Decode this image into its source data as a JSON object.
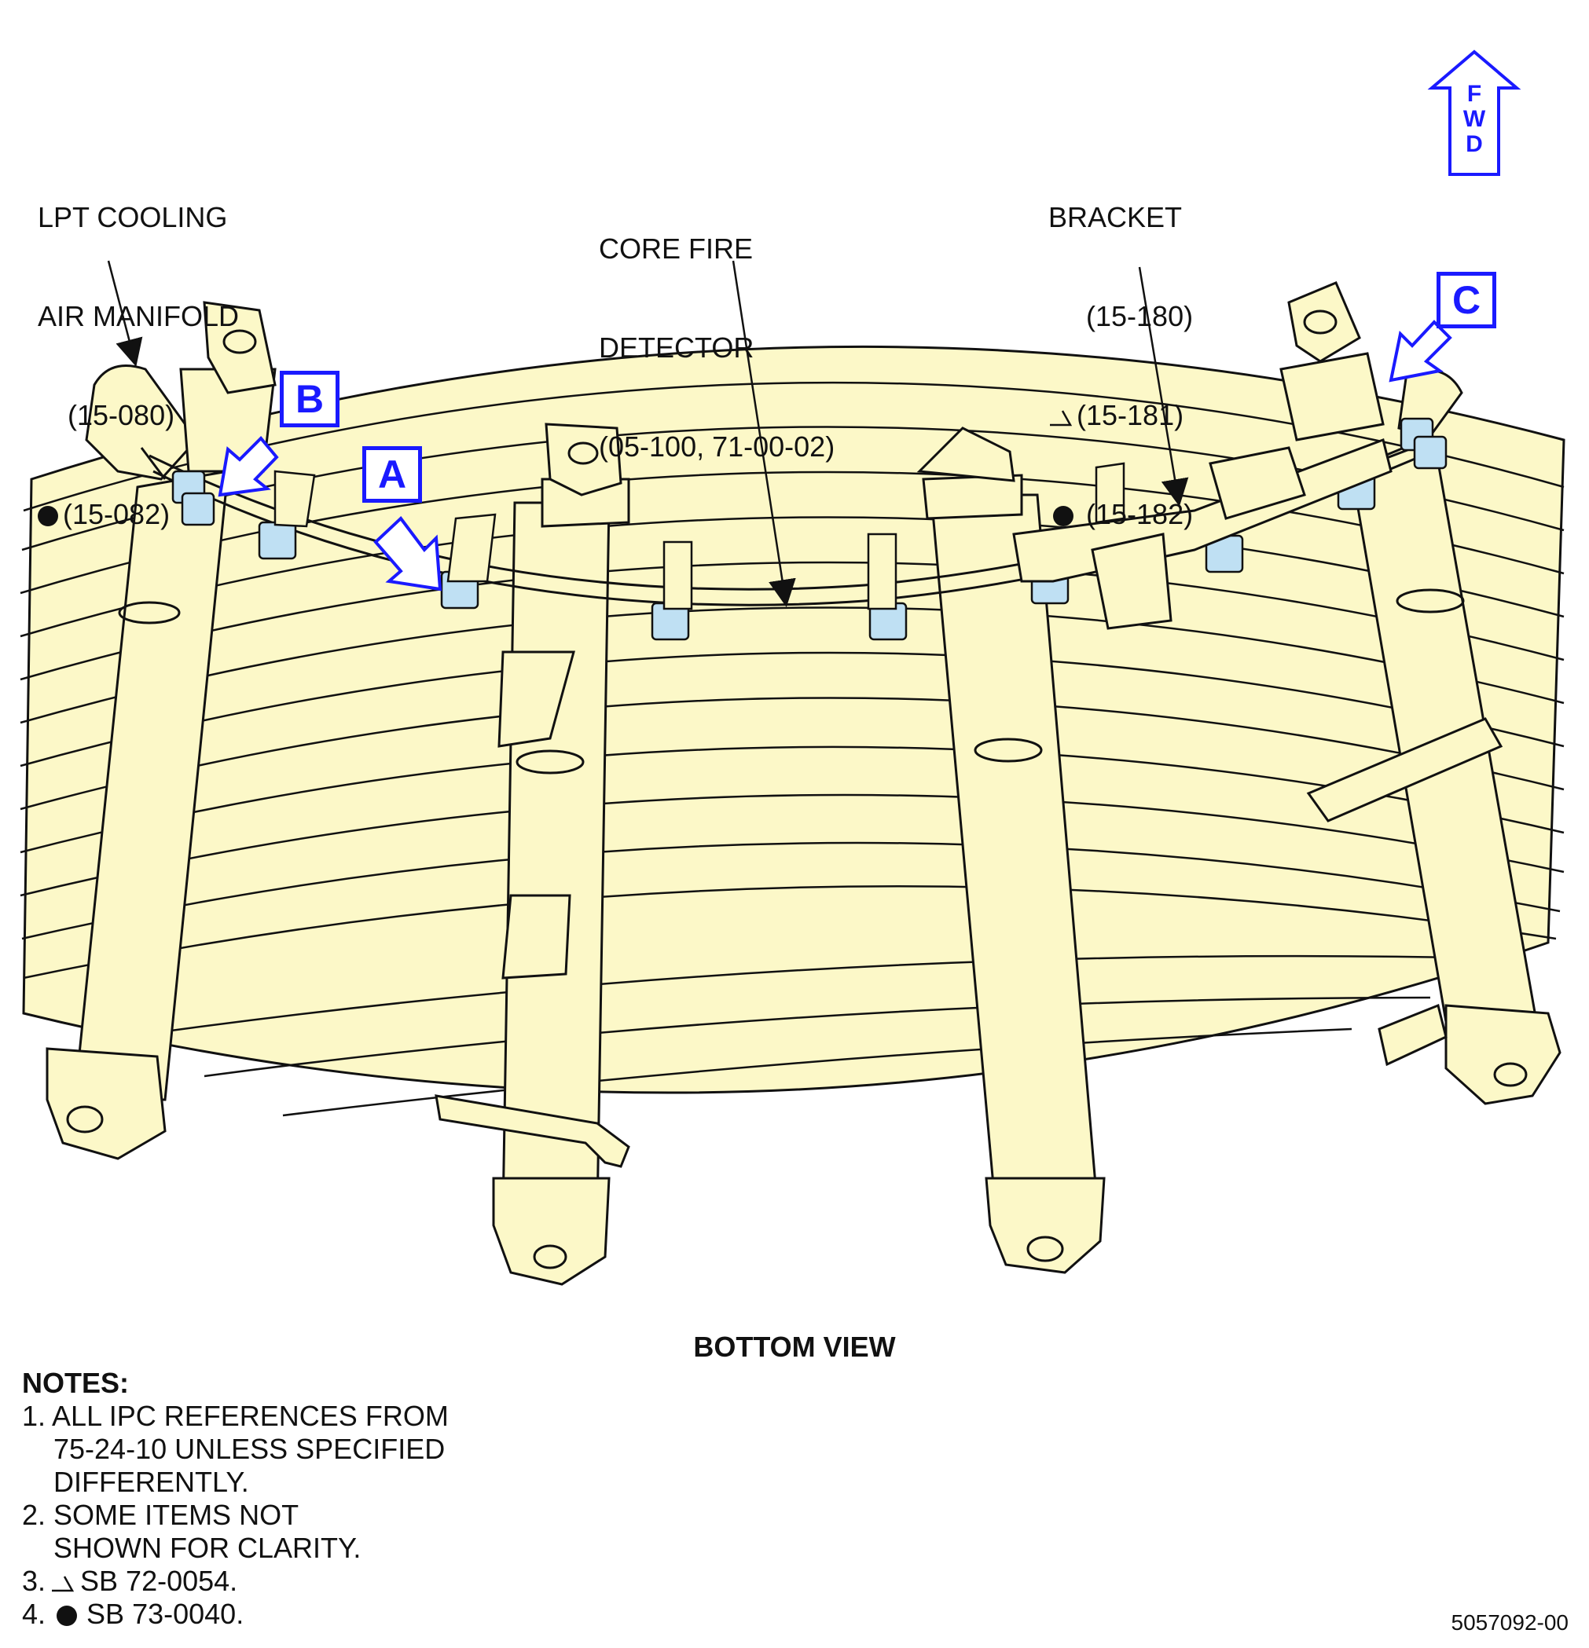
{
  "fwd_arrow": {
    "letters": [
      "F",
      "W",
      "D"
    ],
    "color": "#1a1aff"
  },
  "labels": {
    "lpt_manifold": {
      "lines": [
        "LPT COOLING",
        "AIR MANIFOLD",
        "(15-080)",
        "(15-082)"
      ]
    },
    "core_fire_detector": {
      "lines": [
        "CORE FIRE",
        "DETECTOR",
        "(05-100, 71-00-02)"
      ]
    },
    "bracket": {
      "lines": [
        "BRACKET",
        "(15-180)",
        "(15-181)",
        "(15-182)"
      ]
    }
  },
  "callouts": {
    "a": "A",
    "b": "B",
    "c": "C",
    "color": "#1a1aff"
  },
  "view_title": "BOTTOM VIEW",
  "notes": {
    "heading": "NOTES:",
    "items": [
      {
        "num": "1.",
        "lines": [
          "ALL IPC REFERENCES FROM",
          "75-24-10 UNLESS SPECIFIED",
          "DIFFERENTLY."
        ]
      },
      {
        "num": "2.",
        "lines": [
          "SOME ITEMS NOT",
          "SHOWN FOR CLARITY."
        ]
      },
      {
        "num": "3.",
        "text": "SB 72-0054."
      },
      {
        "num": "4.",
        "text": "SB 73-0040."
      }
    ]
  },
  "doc_id": "5057092-00",
  "colors": {
    "part_fill": "#fcf8c8",
    "outline": "#111111",
    "highlight": "#1a1aff"
  },
  "icons": [
    "fwd-arrow-icon",
    "triangle-symbol-icon",
    "dot-symbol-icon"
  ]
}
